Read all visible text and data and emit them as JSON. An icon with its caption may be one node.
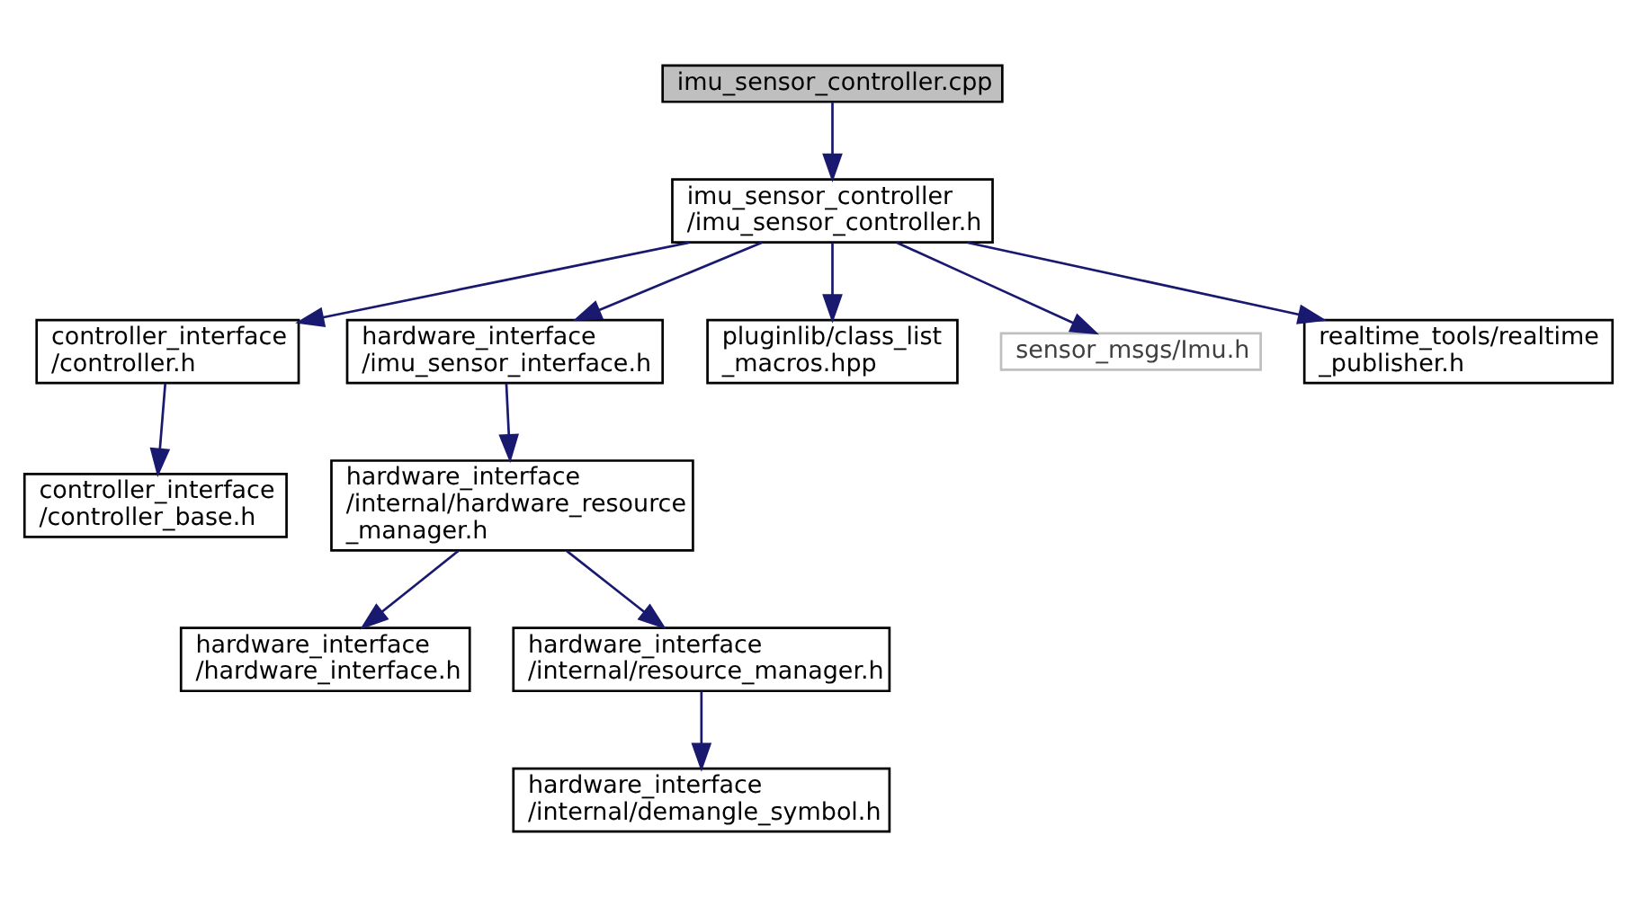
{
  "diagram": {
    "nodes": [
      {
        "text": [
          "imu_sensor_controller.cpp"
        ]
      },
      {
        "text": [
          "imu_sensor_controller /imu_sensor_controller.h"
        ]
      },
      {
        "text": [
          "controller_interface /controller.h"
        ]
      },
      {
        "text": [
          "hardware_interface /imu_sensor_interface.h"
        ]
      },
      {
        "text": [
          "pluginlib/class_list _macros.hpp"
        ]
      },
      {
        "text": [
          "sensor_msgs/Imu.h"
        ]
      },
      {
        "text": [
          "realtime_tools/realtime _publisher.h"
        ]
      },
      {
        "text": [
          "controller_interface /controller_base.h"
        ]
      },
      {
        "text": [
          "hardware_interface /internal/hardware_resource _manager.h"
        ]
      },
      {
        "text": [
          "hardware_interface /hardware_interface.h"
        ]
      },
      {
        "text": [
          "hardware_interface /internal/resource_manager.h"
        ]
      },
      {
        "text": [
          "hardware_interface /internal/demangle_symbol.h"
        ]
      }
    ],
    "edges": [
      {
        "from": 0,
        "to": 1,
        "arrow": "to"
      },
      {
        "from": 1,
        "to": 2,
        "arrow": "to"
      },
      {
        "from": 1,
        "to": 3,
        "arrow": "to"
      },
      {
        "from": 1,
        "to": 4,
        "arrow": "to"
      },
      {
        "from": 1,
        "to": 5,
        "arrow": "to"
      },
      {
        "from": 1,
        "to": 6,
        "arrow": "to"
      },
      {
        "from": 2,
        "to": 7,
        "arrow": "to"
      },
      {
        "from": 3,
        "to": 8,
        "arrow": "to"
      },
      {
        "from": 8,
        "to": 9,
        "arrow": "to"
      },
      {
        "from": 8,
        "to": 10,
        "arrow": "to"
      },
      {
        "from": 10,
        "to": 11,
        "arrow": "to"
      }
    ]
  }
}
